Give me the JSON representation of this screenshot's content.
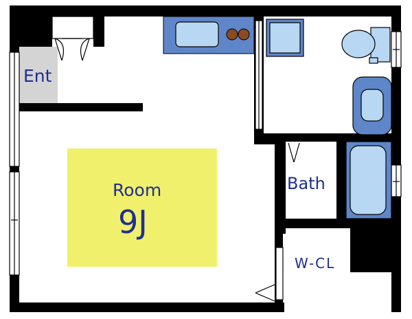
{
  "floor_plan": {
    "labels": {
      "entrance": "Ent",
      "room": "Room",
      "room_size": "9J",
      "bath": "Bath",
      "closet": "W-CL"
    },
    "colors": {
      "wall": "#000000",
      "room_fill": "#f0f06c",
      "fixture_blue": "#5f86c8",
      "fixture_light": "#b8d7f2",
      "entrance_floor": "#d4d4d4",
      "label_text": "#1f2f8f",
      "stove_burner": "#8b4a22"
    }
  }
}
